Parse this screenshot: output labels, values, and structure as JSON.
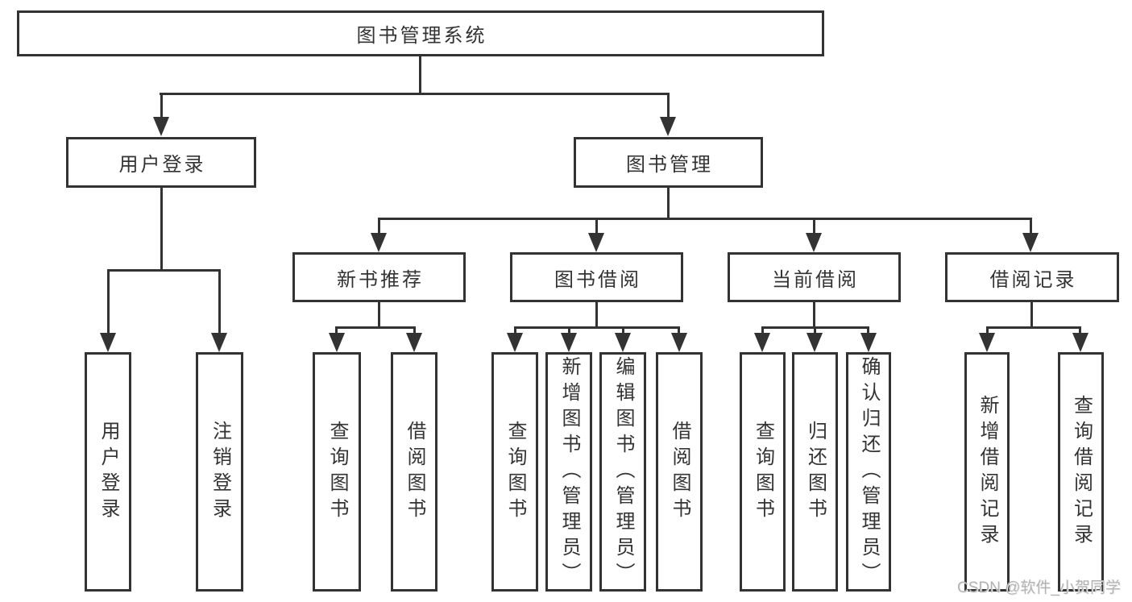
{
  "nodes": {
    "root": {
      "label": "图书管理系统"
    },
    "user_login": {
      "label": "用户登录"
    },
    "book_management": {
      "label": "图书管理"
    },
    "new_book_recommend": {
      "label": "新书推荐"
    },
    "book_borrow": {
      "label": "图书借阅"
    },
    "current_borrow": {
      "label": "当前借阅"
    },
    "borrow_record": {
      "label": "借阅记录"
    },
    "leaf_user_login": {
      "label": "用户登录"
    },
    "leaf_logout": {
      "label": "注销登录"
    },
    "leaf_query_book_a": {
      "label": "查询图书"
    },
    "leaf_borrow_book_a": {
      "label": "借阅图书"
    },
    "leaf_query_book_b": {
      "label": "查询图书"
    },
    "leaf_add_book": {
      "label": "新增图书（管理员）"
    },
    "leaf_edit_book": {
      "label": "编辑图书（管理员）"
    },
    "leaf_borrow_book_b": {
      "label": "借阅图书"
    },
    "leaf_query_book_c": {
      "label": "查询图书"
    },
    "leaf_return_book": {
      "label": "归还图书"
    },
    "leaf_confirm_return": {
      "label": "确认归还（管理员）"
    },
    "leaf_add_record": {
      "label": "新增借阅记录"
    },
    "leaf_query_record": {
      "label": "查询借阅记录"
    }
  },
  "colors": {
    "line": "#333333",
    "text": "#333333",
    "watermark": "#b3b3b3",
    "background": "#ffffff"
  },
  "watermark": {
    "text": "CSDN @软件_小贺同学"
  }
}
